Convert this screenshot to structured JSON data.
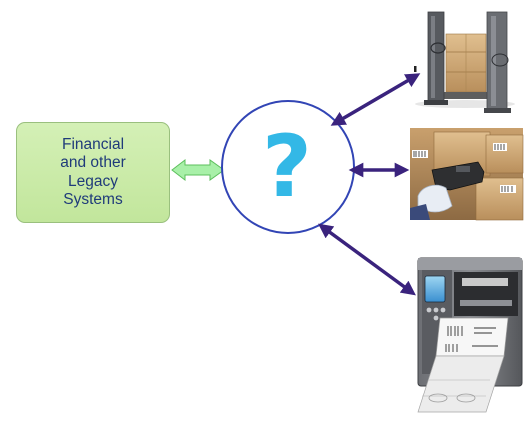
{
  "legacy_system": {
    "label": "Financial\nand other\nLegacy\nSystems"
  },
  "hub": {
    "symbol": "?",
    "symbol_color": "#33b8e6",
    "border_color": "#3245b5"
  },
  "devices": [
    {
      "name": "rfid-portal-reader",
      "icon": "rfid-gate-with-pallet"
    },
    {
      "name": "handheld-barcode-scanner",
      "icon": "handheld-scanner-at-boxes"
    },
    {
      "name": "label-printer",
      "icon": "industrial-label-printer"
    }
  ],
  "colors": {
    "device_arrow": "#3a237d",
    "legacy_arrow_fill": "#a8f0a8",
    "legacy_arrow_stroke": "#5cbf5c",
    "box_fill": "#c9eaa6",
    "box_text": "#1f3b7a"
  }
}
